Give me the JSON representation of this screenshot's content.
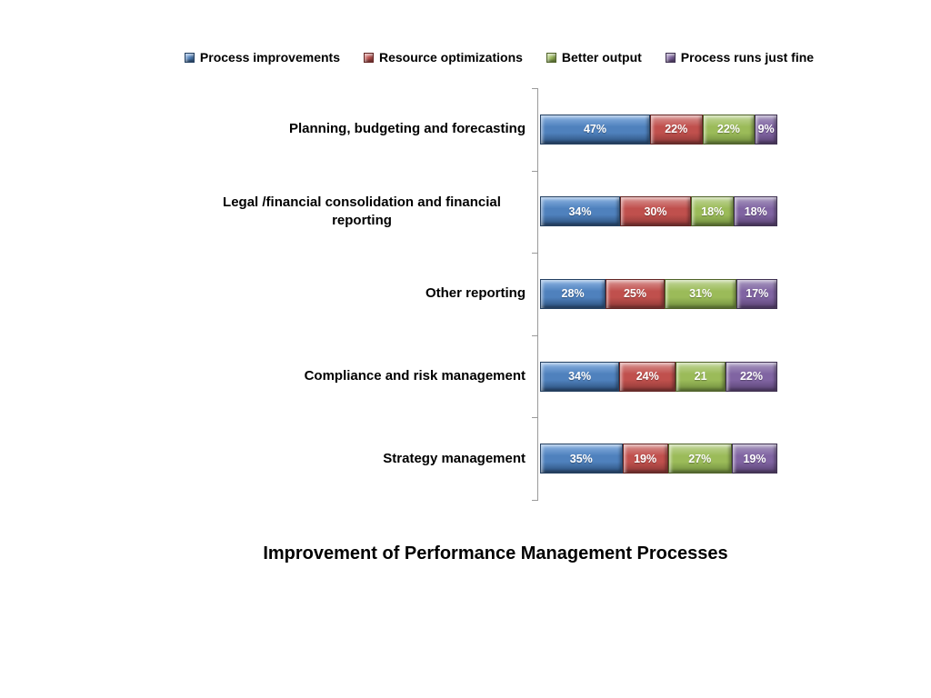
{
  "title": "Improvement of Performance Management Processes",
  "chart_data": {
    "type": "bar",
    "stacked": true,
    "percent_stacked": true,
    "orientation": "horizontal",
    "legend_position": "top",
    "xlim": [
      0,
      100
    ],
    "grid": false,
    "title": "Improvement of Performance Management Processes",
    "categories": [
      "Planning, budgeting and forecasting",
      "Legal /financial consolidation and financial reporting",
      "Other reporting",
      "Compliance and risk management",
      "Strategy management"
    ],
    "series": [
      {
        "name": "Process improvements",
        "color": "#4F81BD",
        "color_light": "#8DB4E2",
        "color_dark": "#2A4E79",
        "color_border": "#244061",
        "values": [
          47,
          34,
          28,
          34,
          35
        ],
        "labels": [
          "47%",
          "34%",
          "28%",
          "34%",
          "35%"
        ]
      },
      {
        "name": "Resource optimizations",
        "color": "#C0504D",
        "color_light": "#D99694",
        "color_dark": "#8C3836",
        "color_border": "#632523",
        "values": [
          22,
          30,
          25,
          24,
          19
        ],
        "labels": [
          "22%",
          "30%",
          "25%",
          "24%",
          "19%"
        ]
      },
      {
        "name": "Better output",
        "color": "#9BBB59",
        "color_light": "#C2D69B",
        "color_dark": "#6E8B3D",
        "color_border": "#4F6228",
        "values": [
          22,
          18,
          31,
          21,
          27
        ],
        "labels": [
          "22%",
          "18%",
          "31%",
          "21",
          "27%"
        ]
      },
      {
        "name": "Process runs just fine",
        "color": "#8064A2",
        "color_light": "#A99BC0",
        "color_dark": "#5A4373",
        "color_border": "#3F3151",
        "values": [
          9,
          18,
          17,
          22,
          19
        ],
        "labels": [
          "9%",
          "18%",
          "17%",
          "22%",
          "19%"
        ]
      }
    ]
  }
}
